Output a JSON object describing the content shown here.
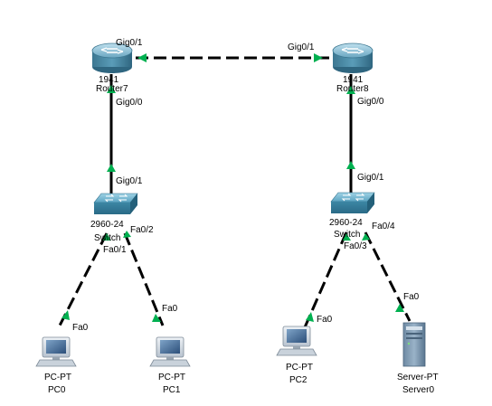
{
  "devices": {
    "router7": {
      "model": "1941",
      "name": "Router7"
    },
    "router8": {
      "model": "1941",
      "name": "Router8"
    },
    "switch_left": {
      "model": "2960-24",
      "name": "Switch"
    },
    "switch_right": {
      "model": "2960-24",
      "name": "Switch"
    },
    "pc0": {
      "model": "PC-PT",
      "name": "PC0"
    },
    "pc1": {
      "model": "PC-PT",
      "name": "PC1"
    },
    "pc2": {
      "model": "PC-PT",
      "name": "PC2"
    },
    "server0": {
      "model": "Server-PT",
      "name": "Server0"
    }
  },
  "ports": {
    "r7_gig01": "Gig0/1",
    "r8_gig01": "Gig0/1",
    "r7_gig00": "Gig0/0",
    "r8_gig00": "Gig0/0",
    "swl_gig01": "Gig0/1",
    "swr_gig01": "Gig0/1",
    "swl_fa02": "Fa0/2",
    "swl_fa01": "Fa0/1",
    "swr_fa04": "Fa0/4",
    "swr_fa03": "Fa0/3",
    "pc0_fa0": "Fa0",
    "pc1_fa0": "Fa0",
    "pc2_fa0": "Fa0",
    "server0_fa0": "Fa0"
  },
  "colors": {
    "link_up": "#00b050",
    "cable": "#000000",
    "router_body": "#4d8fa8",
    "switch_body": "#3b8aa6"
  },
  "icons": {
    "router": "router-icon",
    "switch": "switch-icon",
    "pc": "pc-icon",
    "server": "server-icon"
  }
}
